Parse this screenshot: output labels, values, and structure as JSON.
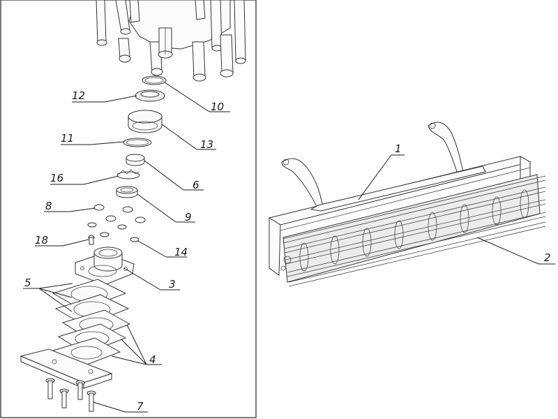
{
  "exploded_view": {
    "labels": [
      "12",
      "10",
      "13",
      "11",
      "6",
      "16",
      "9",
      "8",
      "18",
      "14",
      "3",
      "5",
      "4",
      "7"
    ]
  },
  "assembly_view": {
    "labels": [
      "1",
      "2"
    ]
  },
  "colors": {
    "line": "#1a1a1a",
    "background": "#ffffff"
  }
}
